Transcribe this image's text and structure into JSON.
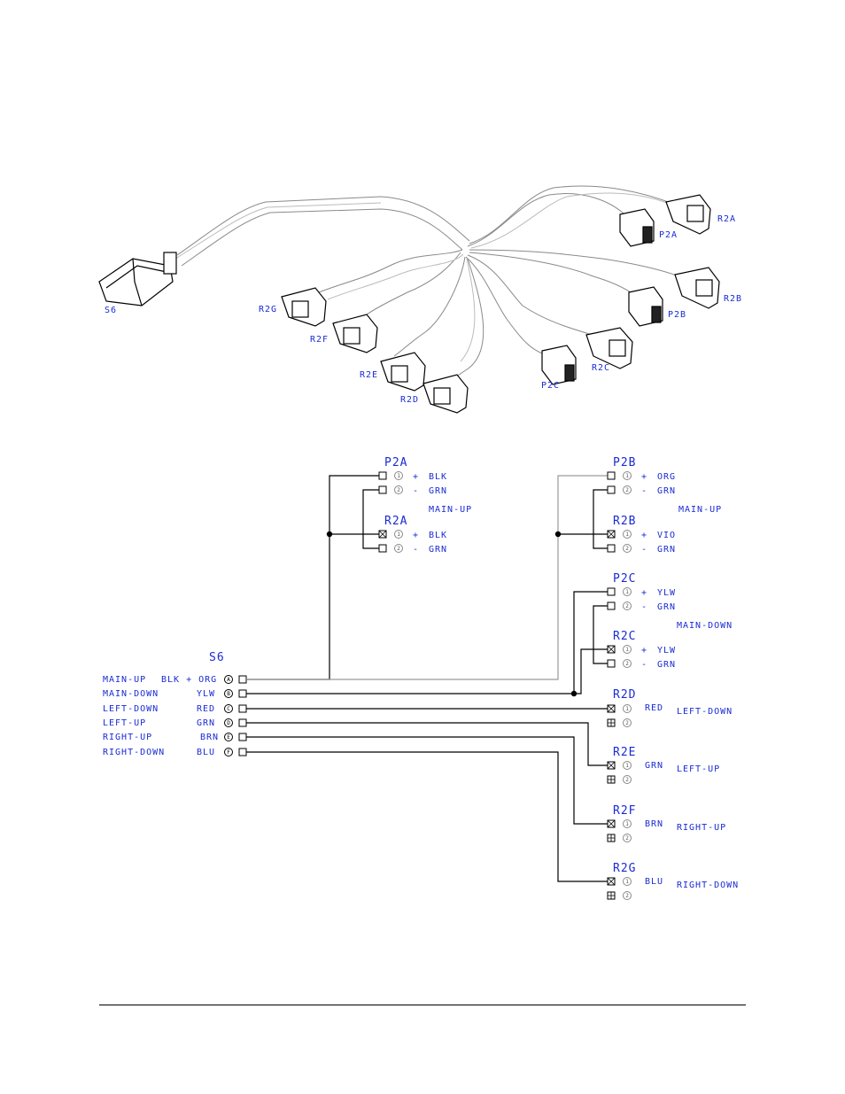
{
  "colors": {
    "label": "#1a2bd4",
    "wire": "#000000",
    "thin": "#9a9a9a"
  },
  "harness_labels": {
    "s6": "S6",
    "r2a": "R2A",
    "p2a": "P2A",
    "r2b": "R2B",
    "p2b": "P2B",
    "r2c": "R2C",
    "p2c": "P2C",
    "r2d": "R2D",
    "r2e": "R2E",
    "r2f": "R2F",
    "r2g": "R2G"
  },
  "schematic": {
    "s6": {
      "title": "S6",
      "rows": [
        {
          "function": "MAIN-UP",
          "wire": "BLK + ORG",
          "pin": "A"
        },
        {
          "function": "MAIN-DOWN",
          "wire": "YLW",
          "pin": "B"
        },
        {
          "function": "LEFT-DOWN",
          "wire": "RED",
          "pin": "C"
        },
        {
          "function": "LEFT-UP",
          "wire": "GRN",
          "pin": "D"
        },
        {
          "function": "RIGHT-UP",
          "wire": "BRN",
          "pin": "E"
        },
        {
          "function": "RIGHT-DOWN",
          "wire": "BLU",
          "pin": "F"
        }
      ]
    },
    "p2a": {
      "title": "P2A",
      "pins": [
        {
          "pin": "1",
          "sign": "+",
          "wire": "BLK"
        },
        {
          "pin": "2",
          "sign": "-",
          "wire": "GRN"
        }
      ]
    },
    "r2a": {
      "title": "R2A",
      "pins": [
        {
          "pin": "1",
          "sign": "+",
          "wire": "BLK"
        },
        {
          "pin": "2",
          "sign": "-",
          "wire": "GRN"
        }
      ]
    },
    "pair_a_label": "MAIN-UP",
    "p2b": {
      "title": "P2B",
      "pins": [
        {
          "pin": "1",
          "sign": "+",
          "wire": "ORG"
        },
        {
          "pin": "2",
          "sign": "-",
          "wire": "GRN"
        }
      ]
    },
    "r2b": {
      "title": "R2B",
      "pins": [
        {
          "pin": "1",
          "sign": "+",
          "wire": "VIO"
        },
        {
          "pin": "2",
          "sign": "-",
          "wire": "GRN"
        }
      ]
    },
    "pair_b_label": "MAIN-UP",
    "p2c": {
      "title": "P2C",
      "pins": [
        {
          "pin": "1",
          "sign": "+",
          "wire": "YLW"
        },
        {
          "pin": "2",
          "sign": "-",
          "wire": "GRN"
        }
      ]
    },
    "r2c": {
      "title": "R2C",
      "pins": [
        {
          "pin": "1",
          "sign": "+",
          "wire": "YLW"
        },
        {
          "pin": "2",
          "sign": "-",
          "wire": "GRN"
        }
      ]
    },
    "pair_c_label": "MAIN-DOWN",
    "r2d": {
      "title": "R2D",
      "wire": "RED",
      "function": "LEFT-DOWN",
      "pins": [
        "1",
        "2"
      ]
    },
    "r2e": {
      "title": "R2E",
      "wire": "GRN",
      "function": "LEFT-UP",
      "pins": [
        "1",
        "2"
      ]
    },
    "r2f": {
      "title": "R2F",
      "wire": "BRN",
      "function": "RIGHT-UP",
      "pins": [
        "1",
        "2"
      ]
    },
    "r2g": {
      "title": "R2G",
      "wire": "BLU",
      "function": "RIGHT-DOWN",
      "pins": [
        "1",
        "2"
      ]
    }
  }
}
